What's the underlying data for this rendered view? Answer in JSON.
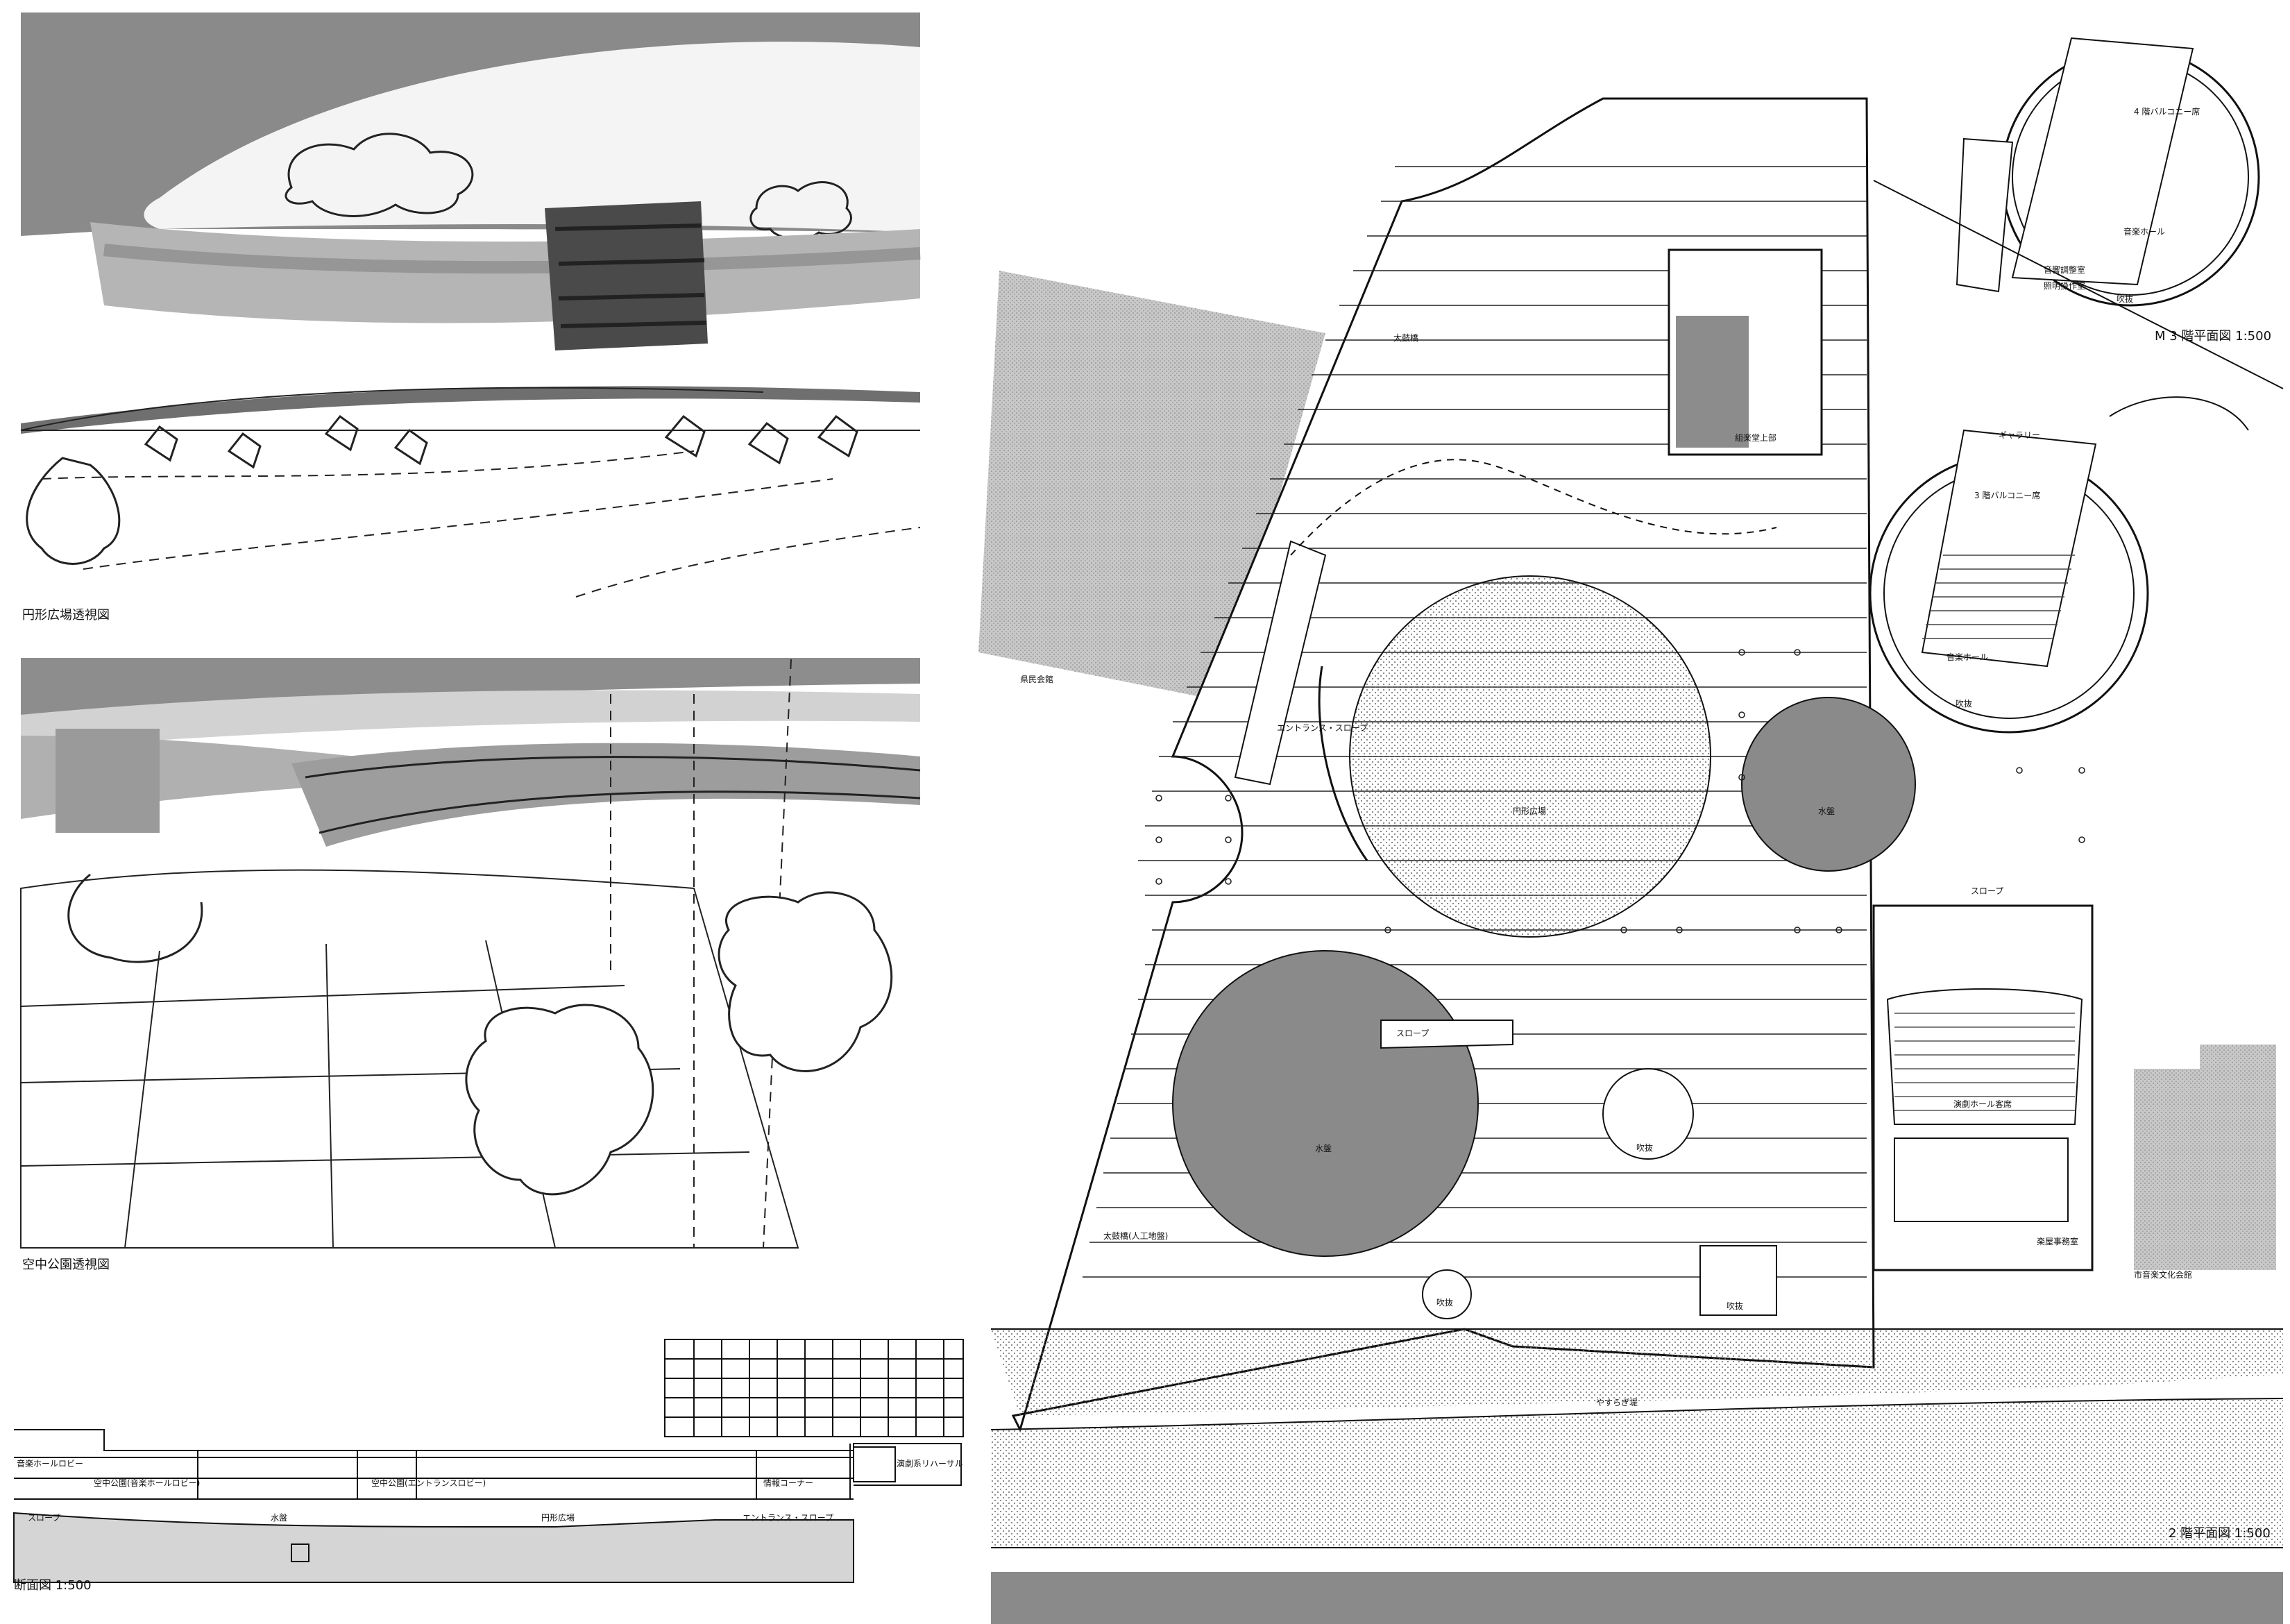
{
  "captions": {
    "circular_plaza_perspective": "円形広場透視図",
    "aerial_park_perspective": "空中公園透視図",
    "section": "断面図 1:500",
    "floor2_plan": "2 階平面図 1:500",
    "floorM3_plan": "M 3 階平面図 1:500"
  },
  "section_labels": {
    "music_hall_lobby": "音楽ホールロビー",
    "aerial_park_music": "空中公園(音楽ホールロビー)",
    "aerial_park_entrance": "空中公園(エントランスロビー)",
    "theater_rehearsal": "演劇系リハーサル",
    "info_corner": "情報コーナー",
    "slope": "スロープ",
    "water": "水盤",
    "plaza": "円形広場",
    "entrance_slope": "エントランス・スロープ"
  },
  "plan2_labels": {
    "taiko_bridge": "太鼓橋",
    "green_hall_upper": "組楽堂上部",
    "prefectural_hall": "県民会館",
    "entrance_slope": "エントランス・スロープ",
    "circular_plaza": "円形広場",
    "water_right": "水盤",
    "water_left": "水盤",
    "slope_center": "スロープ",
    "slope_right": "スロープ",
    "void_center": "吹抜",
    "void_bottom_left": "吹抜",
    "void_bottom_right": "吹抜",
    "taiko_bridge_artificial": "太鼓橋(人工地盤)",
    "theater_audience": "演劇ホール客席",
    "dressing_rooms": "楽屋事務室",
    "city_music_hall": "市音楽文化会館",
    "yasuragi": "やすらぎ堤",
    "music_hall_m3_balcony": "3 階バルコニー席",
    "music_hall_m3": "音楽ホール",
    "void_m3": "吹抜",
    "gallery": "ギャラリー"
  },
  "planM3_labels": {
    "balcony4": "4 階バルコニー席",
    "music_hall": "音楽ホール",
    "sound_room": "音響調整室",
    "light_room": "照明操作室",
    "void": "吹抜"
  }
}
